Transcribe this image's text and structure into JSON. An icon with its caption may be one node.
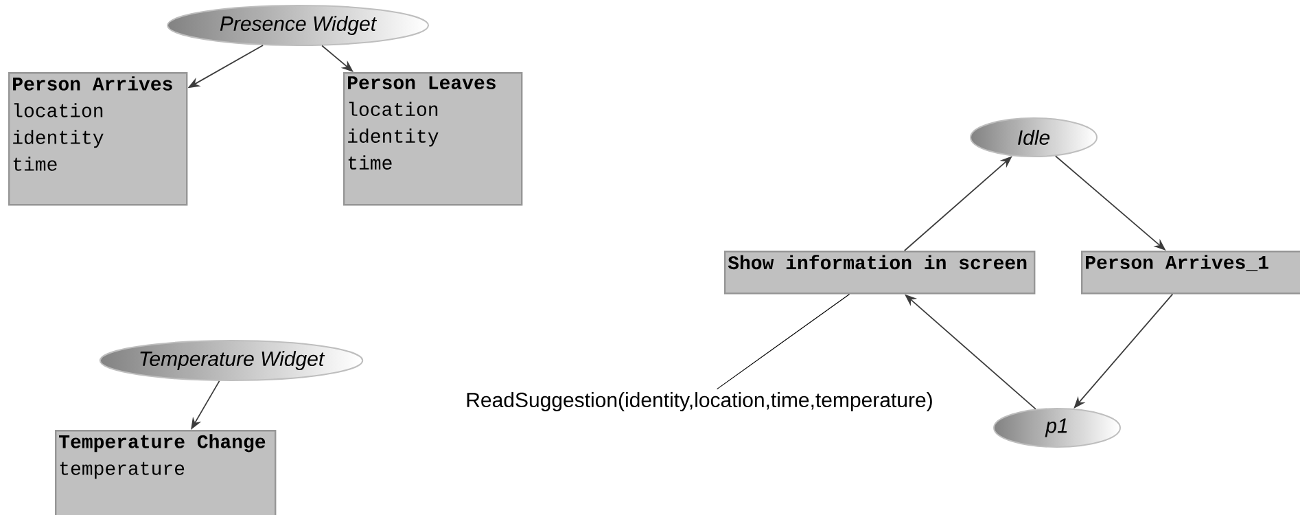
{
  "diagram": {
    "nodes": [
      {
        "text": [
          "Presence Widget"
        ]
      },
      {
        "text": [
          "Person Arrives",
          "location",
          "identity",
          "time"
        ]
      },
      {
        "text": [
          "Person Leaves",
          "location",
          "identity",
          "time"
        ]
      },
      {
        "text": [
          "Temperature Widget"
        ]
      },
      {
        "text": [
          "Temperature Change",
          "temperature"
        ]
      },
      {
        "text": [
          "Idle"
        ]
      },
      {
        "text": [
          "Show information in screen"
        ]
      },
      {
        "text": [
          "Person Arrives_1"
        ]
      },
      {
        "text": [
          "p1"
        ]
      },
      {
        "text": [
          "ReadSuggestion(identity,location,time,temperature)"
        ]
      }
    ],
    "edges": [
      {
        "from": 0,
        "to": 1,
        "arrow": "to"
      },
      {
        "from": 0,
        "to": 2,
        "arrow": "to"
      },
      {
        "from": 3,
        "to": 4,
        "arrow": "to"
      },
      {
        "from": 6,
        "to": 5,
        "arrow": "to"
      },
      {
        "from": 5,
        "to": 7,
        "arrow": "to"
      },
      {
        "from": 7,
        "to": 8,
        "arrow": "to"
      },
      {
        "from": 8,
        "to": 6,
        "arrow": "to"
      },
      {
        "from": 9,
        "to": 6,
        "arrow": "none",
        "color": "#000000"
      }
    ]
  }
}
